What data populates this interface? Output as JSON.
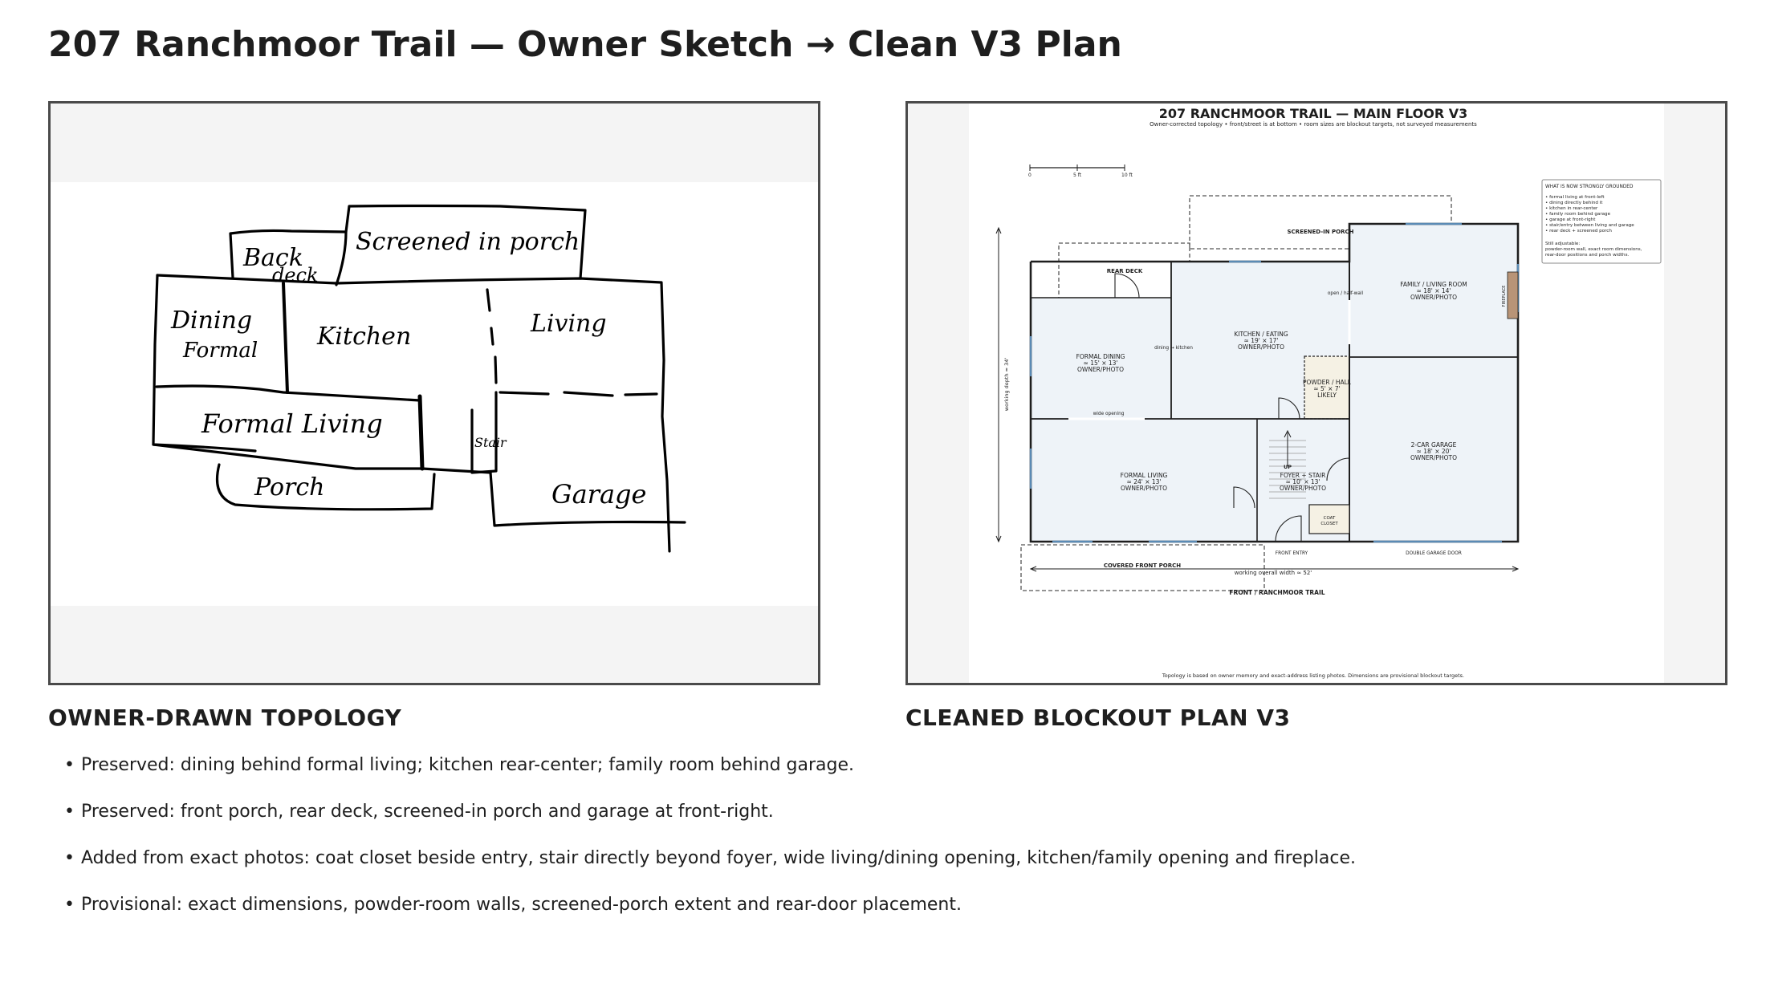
{
  "page": {
    "title": "207 Ranchmoor Trail — Owner Sketch → Clean V3 Plan"
  },
  "sketch": {
    "caption": "OWNER-DRAWN TOPOLOGY",
    "labels": {
      "back_deck_1": "Back",
      "back_deck_2": "deck",
      "screened_porch": "Screened in porch",
      "dining_1": "Dining",
      "dining_2": "Formal",
      "kitchen": "Kitchen",
      "living": "Living",
      "formal_living": "Formal Living",
      "stair": "Stair",
      "porch": "Porch",
      "garage": "Garage"
    }
  },
  "plan": {
    "caption": "CLEANED BLOCKOUT PLAN V3",
    "title": "207 RANCHMOOR TRAIL — MAIN FLOOR V3",
    "subtitle": "Owner-corrected topology • front/street is at bottom • room sizes are blockout targets, not surveyed measurements",
    "scale": {
      "zero": "0",
      "five": "5 ft",
      "ten": "10 ft"
    },
    "rooms": {
      "screened_porch": "SCREENED-IN PORCH",
      "rear_deck": "REAR DECK",
      "kitchen_1": "KITCHEN / EATING",
      "kitchen_2": "≈ 19' × 17'",
      "kitchen_3": "OWNER/PHOTO",
      "family_1": "FAMILY / LIVING ROOM",
      "family_2": "≈ 18' × 14'",
      "family_3": "OWNER/PHOTO",
      "dining_1": "FORMAL DINING",
      "dining_2": "≈ 15' × 13'",
      "dining_3": "OWNER/PHOTO",
      "powder_1": "POWDER / HALL",
      "powder_2": "≈ 5' × 7'",
      "powder_3": "LIKELY",
      "living_1": "FORMAL LIVING",
      "living_2": "≈ 24' × 13'",
      "living_3": "OWNER/PHOTO",
      "foyer_1": "FOYER + STAIR",
      "foyer_2": "≈ 10' × 13'",
      "foyer_3": "OWNER/PHOTO",
      "garage_1": "2-CAR GARAGE",
      "garage_2": "≈ 18' × 20'",
      "garage_3": "OWNER/PHOTO",
      "coat_1": "COAT",
      "coat_2": "CLOSET",
      "front_porch": "COVERED FRONT PORCH"
    },
    "annotations": {
      "open_half_wall": "open / half-wall",
      "dining_kitchen": "dining ↔ kitchen",
      "wide_opening": "wide opening",
      "fireplace": "FIREPLACE",
      "up": "UP",
      "front_entry": "FRONT ENTRY",
      "garage_door": "DOUBLE GARAGE DOOR",
      "depth": "working depth ≈ 34'",
      "width": "working overall width ≈ 52'",
      "street": "FRONT / RANCHMOOR TRAIL",
      "footer": "Topology is based on owner memory and exact-address listing photos. Dimensions are provisional blockout targets."
    },
    "legend": {
      "title": "WHAT IS NOW STRONGLY GROUNDED",
      "items": [
        "• formal living at front-left",
        "• dining directly behind it",
        "• kitchen in rear-center",
        "• family room behind garage",
        "• garage at front-right",
        "• stair/entry between living and garage",
        "• rear deck + screened porch"
      ],
      "adjust_title": "Still adjustable:",
      "adjust_lines": [
        "powder-room wall, exact room dimensions,",
        "rear-door positions and porch widths."
      ]
    }
  },
  "notes": [
    "Preserved: dining behind formal living; kitchen rear-center; family room behind garage.",
    "Preserved: front porch, rear deck, screened-in porch and garage at front-right.",
    "Added from exact photos: coat closet beside entry, stair directly beyond foyer, wide living/dining opening, kitchen/family opening and fireplace.",
    "Provisional: exact dimensions, powder-room walls, screened-porch extent and rear-door placement."
  ],
  "colors": {
    "room_fill": "#eef3f8",
    "powder_fill": "#f5f1e4",
    "fireplace": "#b89477",
    "window": "#5b8bb5",
    "border": "#4a4a4a"
  }
}
